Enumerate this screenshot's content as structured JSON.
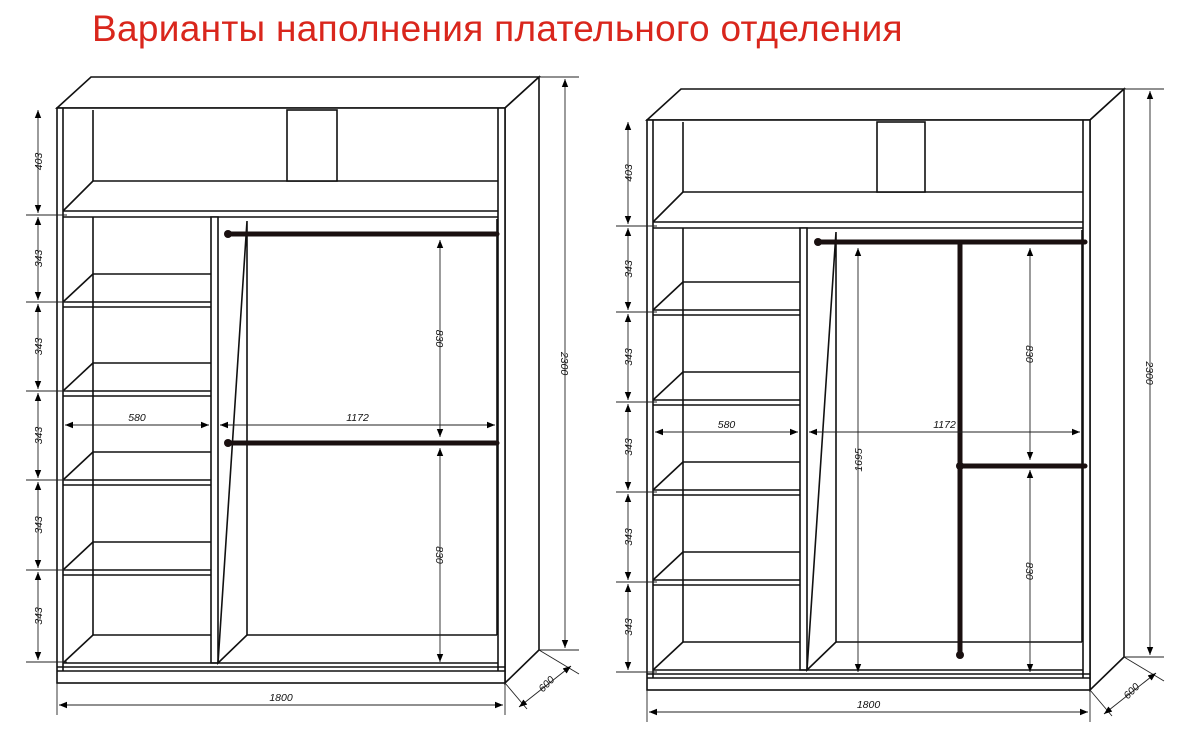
{
  "title": "Варианты наполнения плательного отделения",
  "wardrobes": [
    {
      "variant": "two-rails",
      "dims": {
        "top": "403",
        "shelves": [
          "343",
          "343",
          "343",
          "343",
          "343"
        ],
        "left_width": "580",
        "right_width": "1172",
        "rail_upper": "830",
        "rail_lower": "830",
        "height": "2300",
        "width": "1800",
        "depth": "600"
      }
    },
    {
      "variant": "rail-with-pole",
      "dims": {
        "top": "403",
        "shelves": [
          "343",
          "343",
          "343",
          "343",
          "343"
        ],
        "left_width": "580",
        "right_width": "1172",
        "long_hang": "1695",
        "rail_upper": "830",
        "rail_lower": "830",
        "height": "2300",
        "width": "1800",
        "depth": "600"
      }
    }
  ]
}
